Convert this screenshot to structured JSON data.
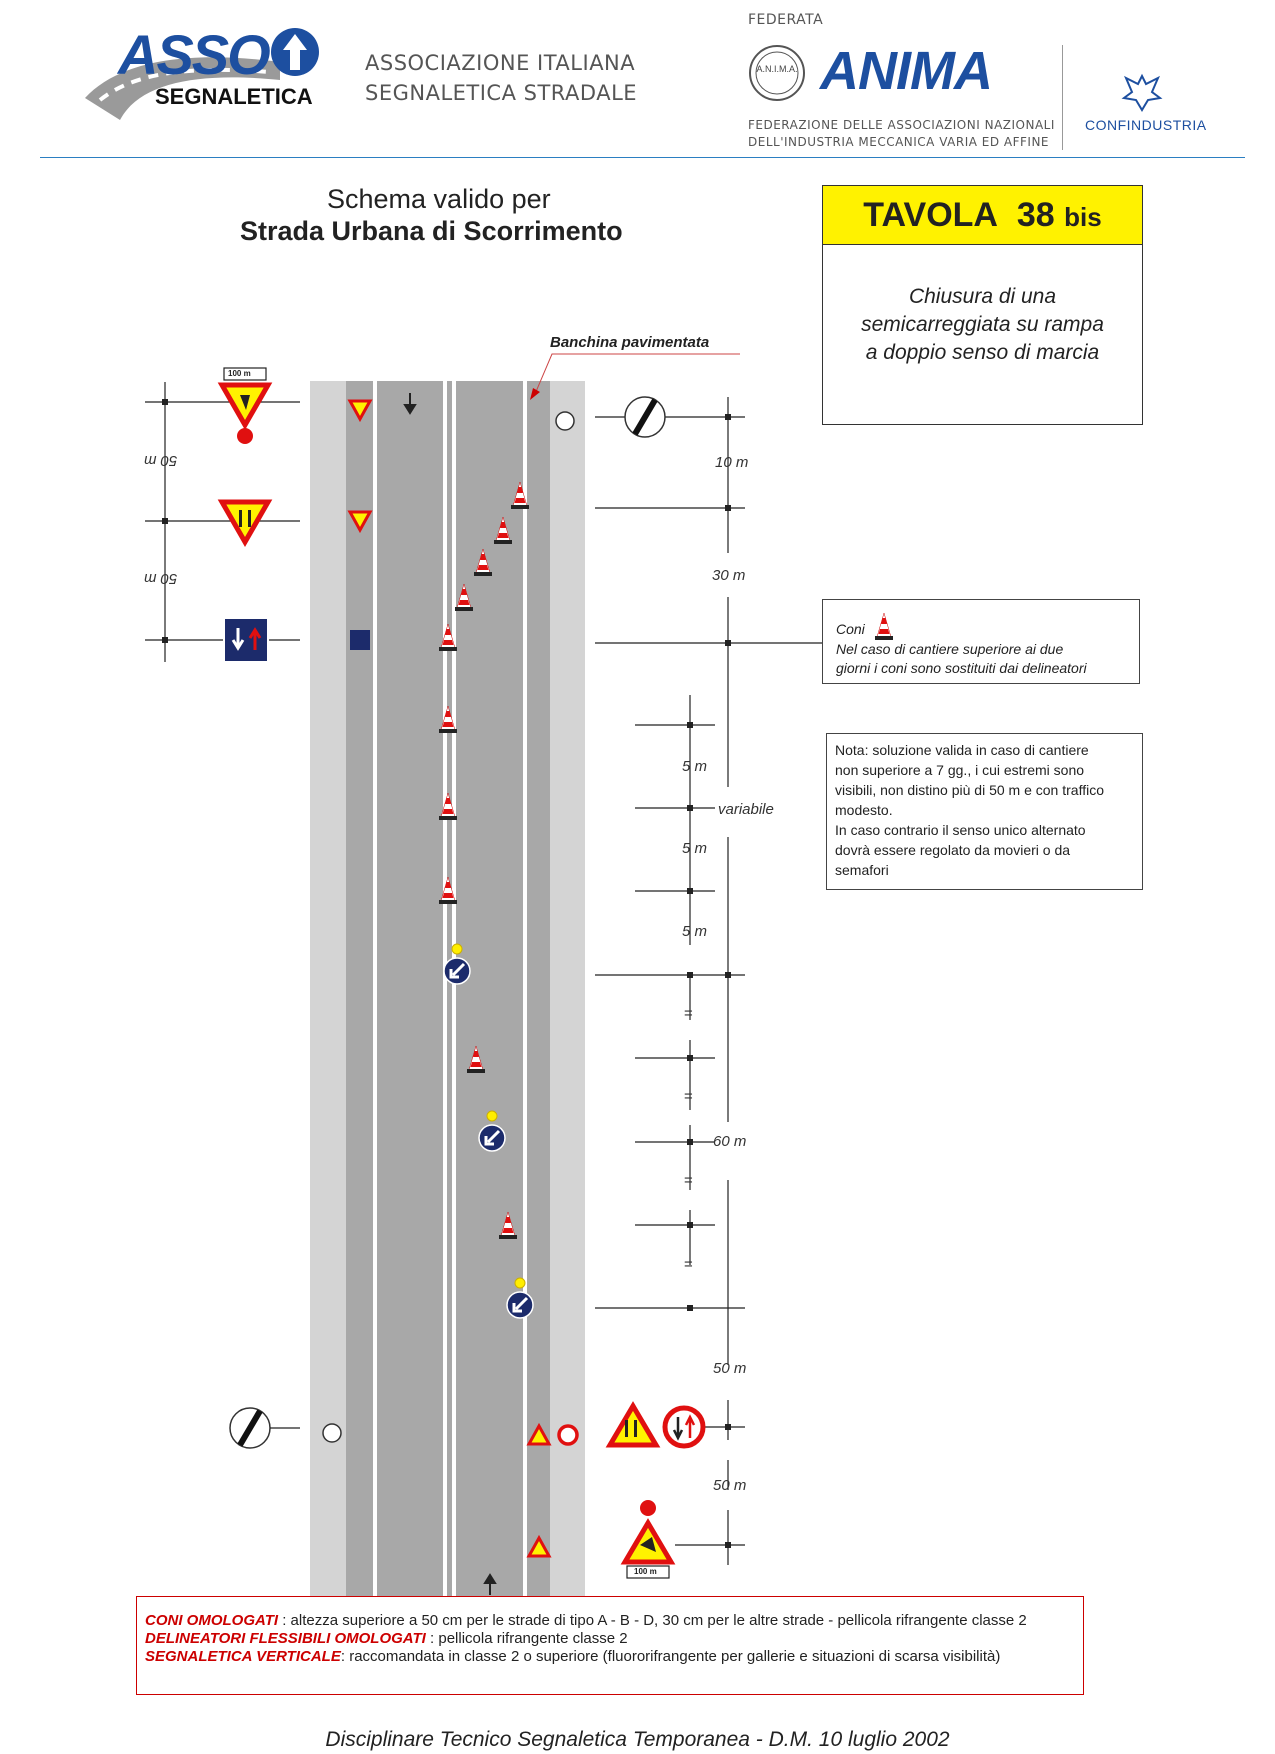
{
  "header": {
    "logo_main": "ASSO",
    "logo_sub": "SEGNALETICA",
    "assoc_line1": "ASSOCIAZIONE ITALIANA",
    "assoc_line2": "SEGNALETICA STRADALE",
    "federata": "FEDERATA",
    "anima_seal": "A.N.I.M.A.",
    "anima_logo": "ANIMA",
    "anima_desc_line1": "FEDERAZIONE DELLE ASSOCIAZIONI NAZIONALI",
    "anima_desc_line2": "DELL'INDUSTRIA MECCANICA VARIA ED AFFINE",
    "confindustria": "CONFINDUSTRIA"
  },
  "title": {
    "line1": "Schema valido per",
    "line2": "Strada Urbana di Scorrimento"
  },
  "tavola": {
    "label": "TAVOLA",
    "number": "38",
    "suffix": "bis",
    "desc_line1": "Chiusura di una",
    "desc_line2": "semicarreggiata su rampa",
    "desc_line3": "a  doppio senso di marcia"
  },
  "diagram": {
    "banchina_label": "Banchina pavimentata",
    "left_dist_1": "50 m",
    "left_dist_2": "50 m",
    "sign_plate": "100 m",
    "meas_10": "10 m",
    "meas_30": "30 m",
    "meas_5a": "5 m",
    "meas_variabile": "variabile",
    "meas_5b": "5 m",
    "meas_5c": "5 m",
    "meas_eq": "=",
    "meas_60": "60 m",
    "meas_50a": "50 m",
    "meas_50b": "50 m"
  },
  "coni_note": {
    "title": "Coni",
    "line1": "Nel caso di cantiere  superiore ai due",
    "line2": "giorni i coni  sono sostituiti dai delineatori"
  },
  "nota": {
    "line1": "Nota:  soluzione  valida  in  caso  di  cantiere",
    "line2": "non  superiore  a  7  gg.,  i  cui  estremi  sono",
    "line3": "visibili, non distino più di 50 m e con traffico",
    "line4": "modesto.",
    "line5": "In  caso  contrario  il  senso  unico  alternato",
    "line6": "dovrà  essere  regolato  da  movieri  o  da",
    "line7": "semafori"
  },
  "legend": {
    "coni_label": "CONI OMOLOGATI",
    "coni_text": " : altezza superiore a 50 cm per le strade di tipo A - B - D, 30 cm per le altre strade - pellicola rifrangente classe 2",
    "delin_label": "DELINEATORI FLESSIBILI OMOLOGATI",
    "delin_text": "  :  pellicola rifrangente classe 2",
    "segn_label": "SEGNALETICA VERTICALE",
    "segn_text": ": raccomandata in classe 2 o superiore (fluororifrangente per gallerie e situazioni di scarsa visibilità)"
  },
  "footer": "Disciplinare Tecnico Segnaletica Temporanea - D.M.  10 luglio 2002",
  "colors": {
    "road": "#a8a8a8",
    "shoulder": "#d4d4d4",
    "line": "#ffffff",
    "blue": "#1c2b6b",
    "red": "#e01010",
    "sign_yellow": "#fff200",
    "legend_red": "#c00000"
  }
}
